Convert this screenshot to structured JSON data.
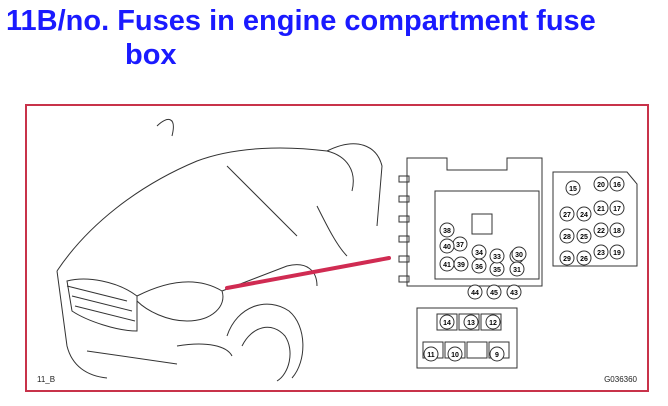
{
  "title": {
    "line1": "11B/no. Fuses in engine compartment fuse",
    "line2": "box"
  },
  "diagram": {
    "code_left": "11_B",
    "code_right": "G036360",
    "pointer_color": "#d02b52",
    "frame_color": "#c8324a",
    "main_box_fuses": [
      "44",
      "45",
      "43",
      "38",
      "37",
      "36",
      "35",
      "34",
      "33",
      "32",
      "31",
      "30",
      "41",
      "40",
      "39"
    ],
    "side_box_fuses": [
      "15",
      "20",
      "16",
      "27",
      "24",
      "21",
      "17",
      "28",
      "25",
      "22",
      "18",
      "29",
      "26",
      "23",
      "19"
    ],
    "bottom_box_fuses": [
      "14",
      "13",
      "12",
      "11",
      "10",
      "9"
    ]
  }
}
